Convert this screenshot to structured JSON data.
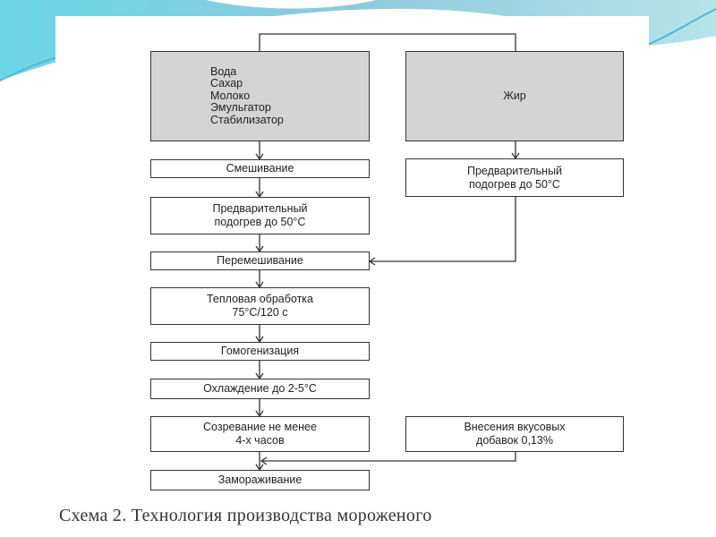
{
  "colors": {
    "accent": "#7fd0e0",
    "box_fill": "#d4d4d4",
    "line": "#333333"
  },
  "diagram": {
    "ingredients": [
      "Вода",
      "Сахар",
      "Молоко",
      "Эмульгатор",
      "Стабилизатор"
    ],
    "fat": "Жир",
    "fat_preheat": [
      "Предварительный",
      "подогрев до 50°С"
    ],
    "steps": {
      "mixing": "Смешивание",
      "preheat": [
        "Предварительный",
        "подогрев до 50°С"
      ],
      "remixing": "Перемешивание",
      "heat": [
        "Тепловая обработка",
        "75°С/120 с"
      ],
      "homogenization": "Гомогенизация",
      "cooling": "Охлаждение до 2-5°С",
      "maturation": [
        "Созревание не менее",
        "4-х часов"
      ],
      "flavors": [
        "Внесения вкусовых",
        "добавок 0,13%"
      ],
      "freezing": "Замораживание"
    }
  },
  "caption": "Схема 2. Технология производства мороженого"
}
